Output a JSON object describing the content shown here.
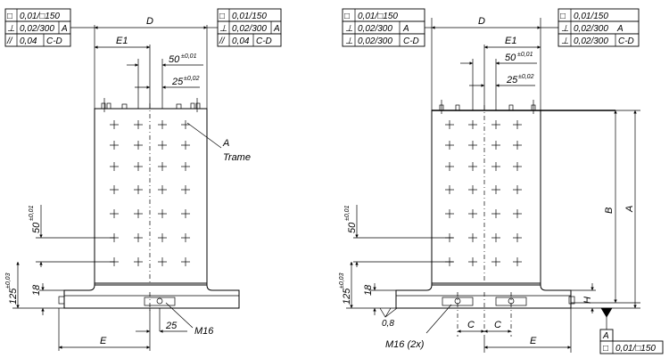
{
  "left_view": {
    "tol_frame_left": [
      {
        "symbol": "□",
        "value": "0,01/□150",
        "datum": ""
      },
      {
        "symbol": "⊥",
        "value": "0,02/300",
        "datum": "A"
      },
      {
        "symbol": "//",
        "value": "0,04",
        "datum": "C-D"
      }
    ],
    "tol_frame_right": [
      {
        "symbol": "□",
        "value": "0,01/150",
        "datum": ""
      },
      {
        "symbol": "⊥",
        "value": "0,02/300",
        "datum": "A"
      },
      {
        "symbol": "//",
        "value": "0,04",
        "datum": "C-D"
      }
    ],
    "dim_D": "D",
    "dim_E1": "E1",
    "dim_50": "50",
    "dim_50_tol": "±0,01",
    "dim_25": "25",
    "dim_25_tol": "±0,02",
    "label_A": "A",
    "label_trame": "Trame",
    "vdim_50": "50",
    "vdim_50_tol": "±0,01",
    "vdim_125": "125",
    "vdim_125_tol": "±0,03",
    "vdim_18": "18",
    "dim_E": "E",
    "dim_25b": "25",
    "label_M16": "M16"
  },
  "right_view": {
    "tol_frame_left": [
      {
        "symbol": "□",
        "value": "0,01/□150",
        "datum": ""
      },
      {
        "symbol": "⊥",
        "value": "0,02/300",
        "datum": "A"
      },
      {
        "symbol": "⊥",
        "value": "0,02/300",
        "datum": "C-D"
      }
    ],
    "tol_frame_right": [
      {
        "symbol": "□",
        "value": "0,01/150",
        "datum": ""
      },
      {
        "symbol": "⊥",
        "value": "0,02/300",
        "datum": "A"
      },
      {
        "symbol": "⊥",
        "value": "0,02/300",
        "datum": "C-D"
      }
    ],
    "dim_D": "D",
    "dim_E1": "E1",
    "dim_50": "50",
    "dim_50_tol": "±0,01",
    "dim_25": "25",
    "dim_25_tol": "±0,02",
    "vdim_B": "B",
    "vdim_A": "A",
    "vdim_50": "50",
    "vdim_50_tol": "±0,01",
    "vdim_125": "125",
    "vdim_125_tol": "±0,03",
    "vdim_18": "18",
    "vdim_H": "H",
    "roughness": "0,8",
    "label_M16": "M16 (2x)",
    "dim_C1": "C",
    "dim_C2": "C",
    "dim_E": "E",
    "datum_A": "A",
    "flat_frame": {
      "symbol": "□",
      "value": "0,01/□150"
    }
  }
}
